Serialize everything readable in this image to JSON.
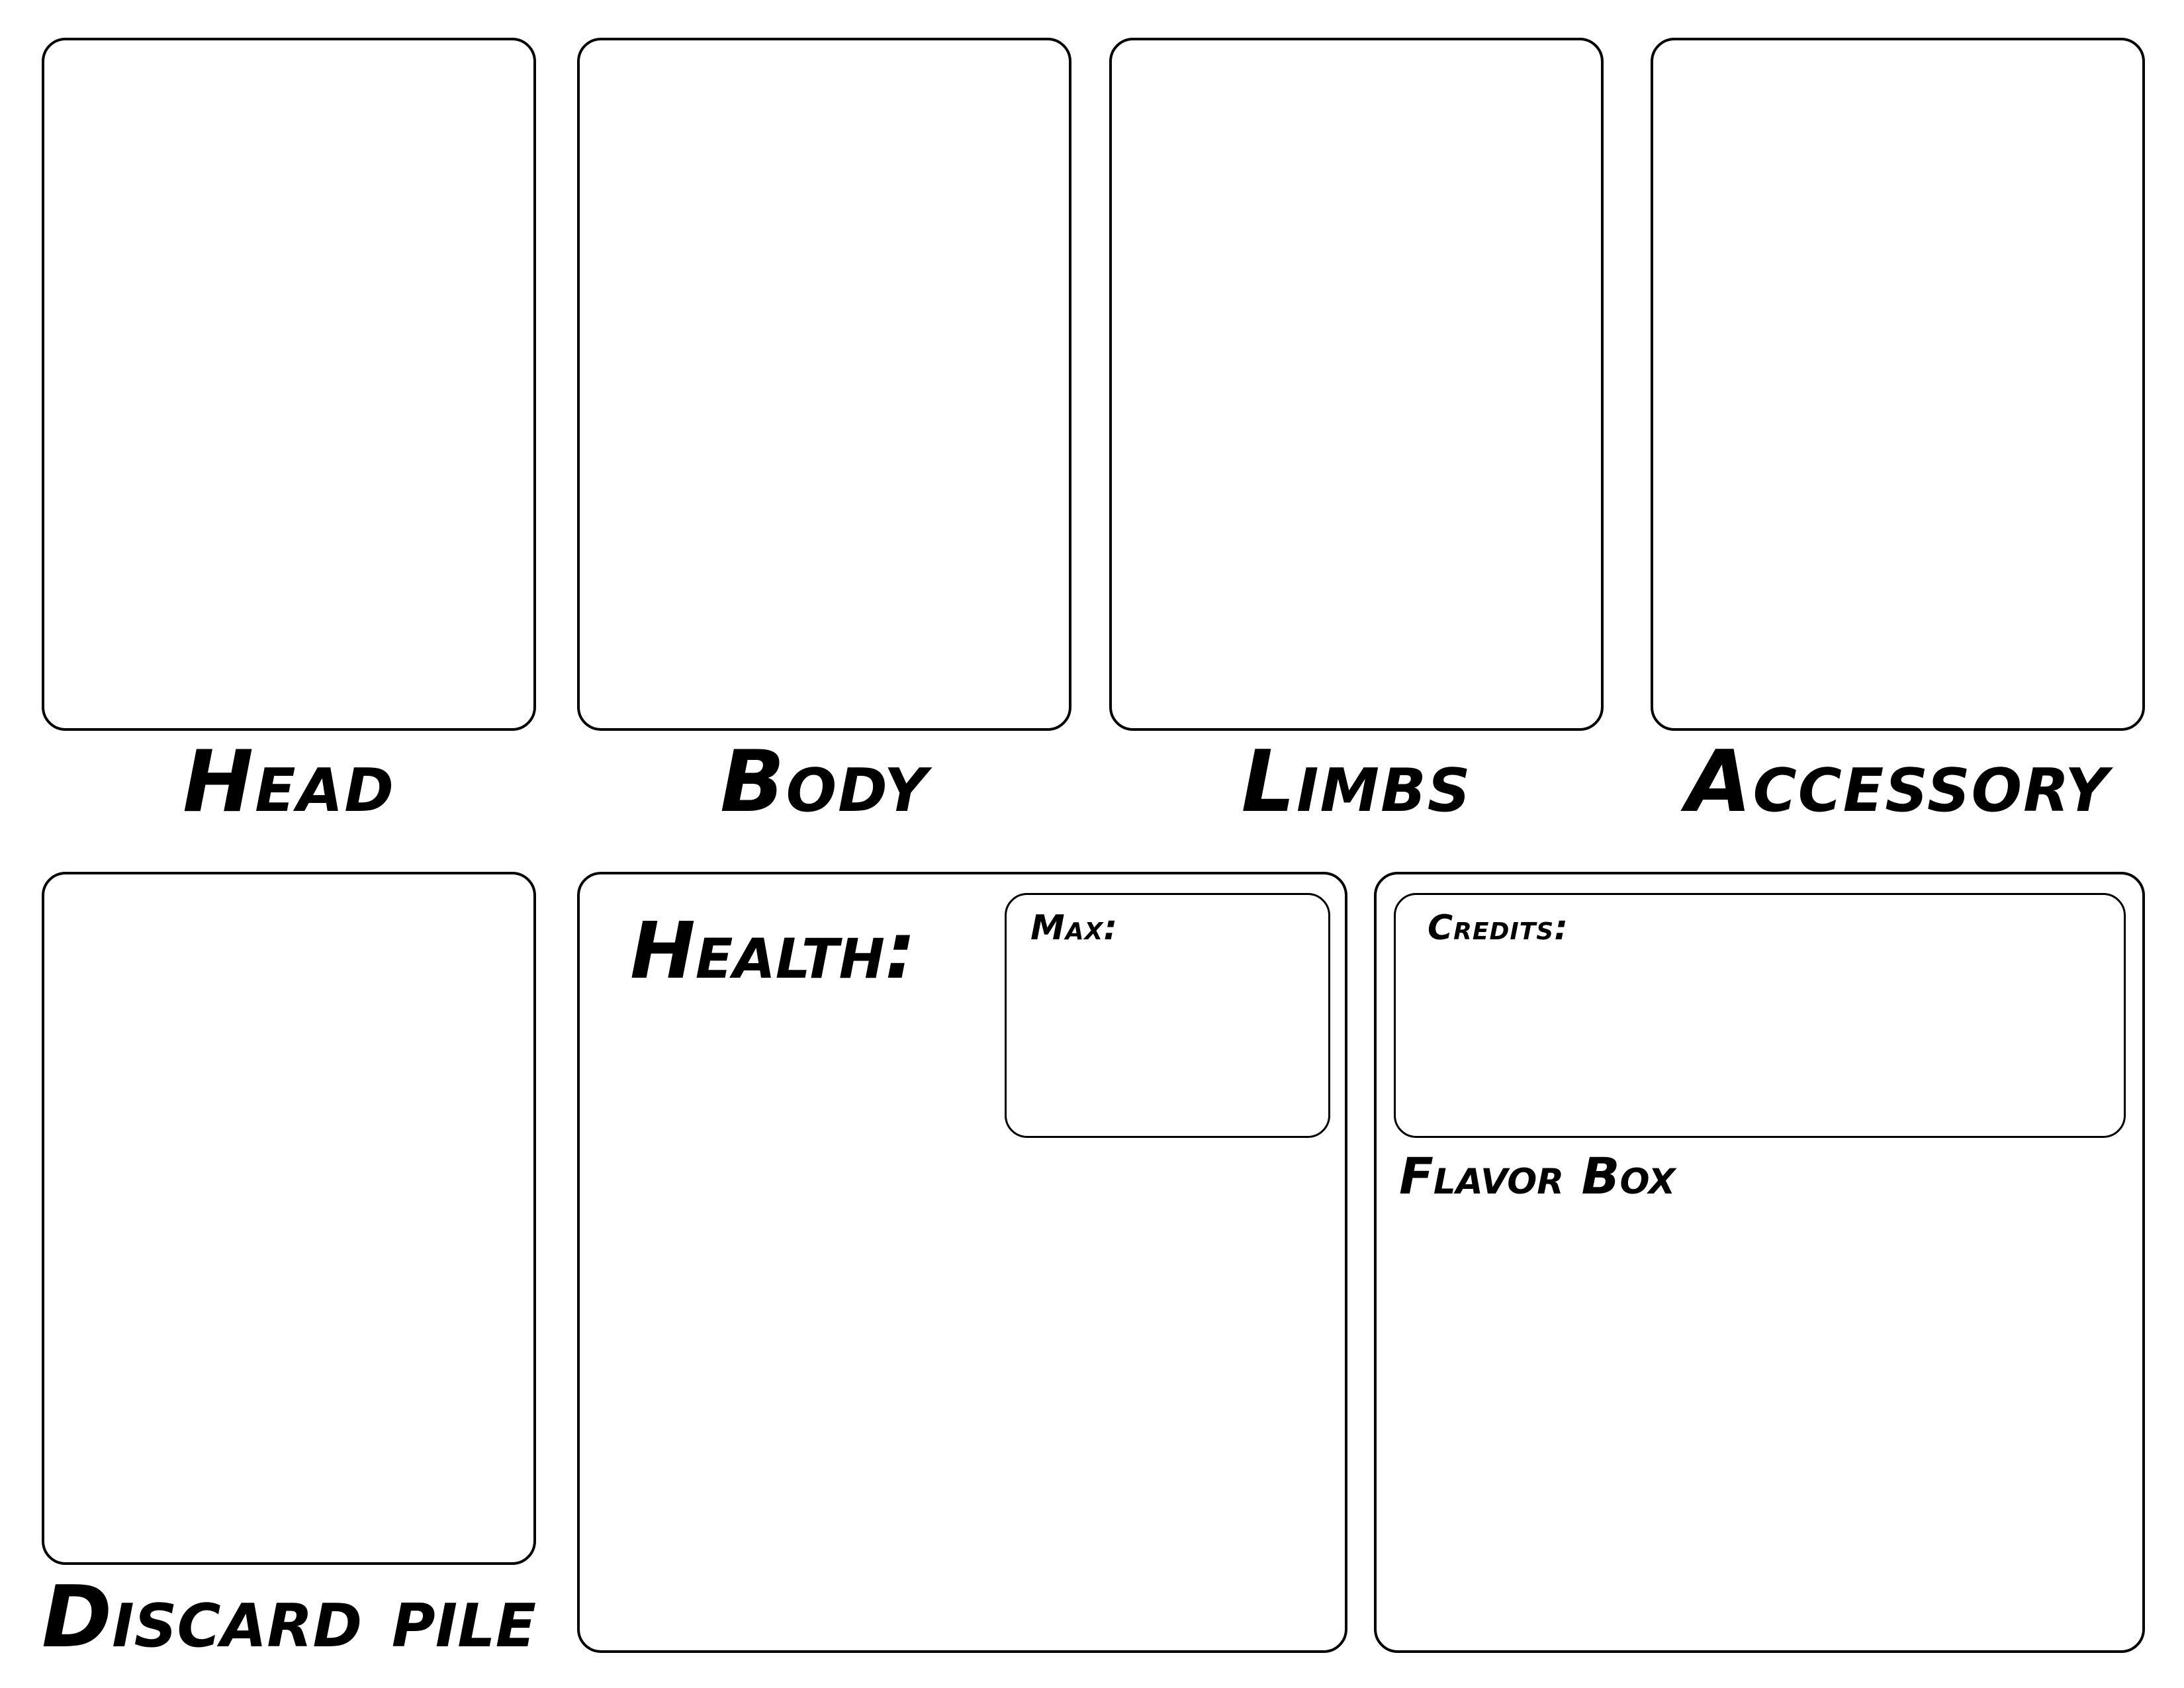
{
  "board": {
    "slots": {
      "head": "Head",
      "body": "Body",
      "limbs": "Limbs",
      "accessory": "Accessory",
      "discard": "Discard pile"
    },
    "health": {
      "title": "Health:",
      "max_label": "Max:"
    },
    "credits": {
      "label": "Credits:"
    },
    "flavor": {
      "label": "Flavor Box"
    }
  }
}
